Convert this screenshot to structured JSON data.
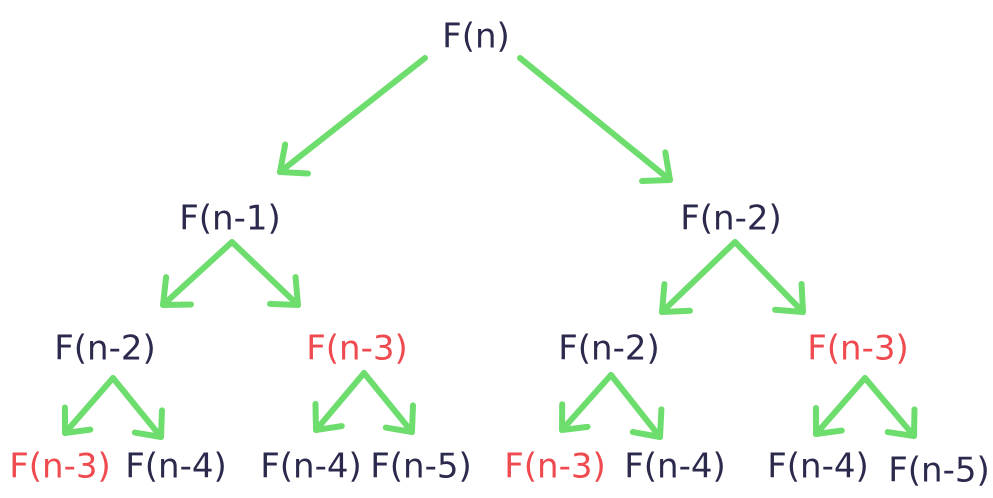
{
  "colors": {
    "text_default": "#2b2a4c",
    "text_highlight": "#ef4a4f",
    "arrow": "#6ddd6d",
    "background": "#ffffff"
  },
  "tree": {
    "nodes": [
      {
        "id": "root",
        "label": "F(n)",
        "highlight": false
      },
      {
        "id": "l",
        "label": "F(n-1)",
        "highlight": false
      },
      {
        "id": "r",
        "label": "F(n-2)",
        "highlight": false
      },
      {
        "id": "ll",
        "label": "F(n-2)",
        "highlight": false
      },
      {
        "id": "lr",
        "label": "F(n-3)",
        "highlight": true
      },
      {
        "id": "rl",
        "label": "F(n-2)",
        "highlight": false
      },
      {
        "id": "rr",
        "label": "F(n-3)",
        "highlight": true
      },
      {
        "id": "lll",
        "label": "F(n-3)",
        "highlight": true
      },
      {
        "id": "llr",
        "label": "F(n-4)",
        "highlight": false
      },
      {
        "id": "lrl",
        "label": "F(n-4)",
        "highlight": false
      },
      {
        "id": "lrr",
        "label": "F(n-5)",
        "highlight": false
      },
      {
        "id": "rll",
        "label": "F(n-3)",
        "highlight": true
      },
      {
        "id": "rlr",
        "label": "F(n-4)",
        "highlight": false
      },
      {
        "id": "rrl",
        "label": "F(n-4)",
        "highlight": false
      },
      {
        "id": "rrr",
        "label": "F(n-5)",
        "highlight": false
      }
    ],
    "edges": [
      {
        "from": "root",
        "to": "l"
      },
      {
        "from": "root",
        "to": "r"
      },
      {
        "from": "l",
        "to": "ll"
      },
      {
        "from": "l",
        "to": "lr"
      },
      {
        "from": "r",
        "to": "rl"
      },
      {
        "from": "r",
        "to": "rr"
      },
      {
        "from": "ll",
        "to": "lll"
      },
      {
        "from": "ll",
        "to": "llr"
      },
      {
        "from": "lr",
        "to": "lrl"
      },
      {
        "from": "lr",
        "to": "lrr"
      },
      {
        "from": "rl",
        "to": "rll"
      },
      {
        "from": "rl",
        "to": "rlr"
      },
      {
        "from": "rr",
        "to": "rrl"
      },
      {
        "from": "rr",
        "to": "rrr"
      }
    ]
  }
}
